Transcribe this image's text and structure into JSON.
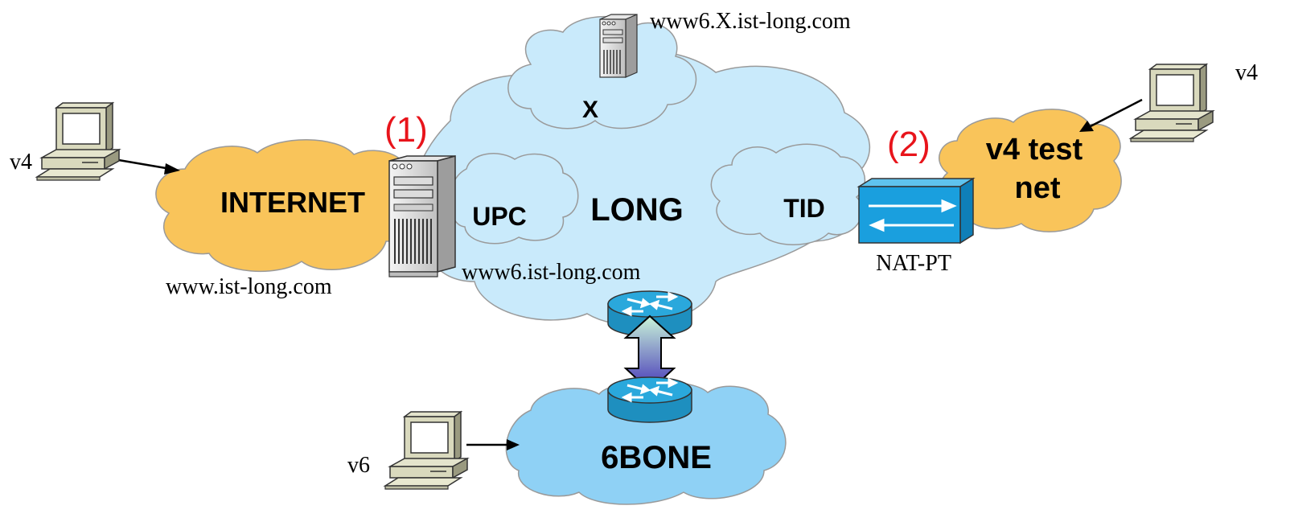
{
  "colors": {
    "internet_cloud": "#f9c45a",
    "long_cloud": "#c9eafb",
    "sixbone_cloud": "#8fd1f5",
    "natpt_box": "#1a9fde",
    "router": "#22a6da",
    "annotation_red": "#e8141b",
    "arrow_gradient_top": "#c9f5d9",
    "arrow_gradient_bottom": "#4433b8"
  },
  "clouds": {
    "internet": "INTERNET",
    "long": "LONG",
    "upc": "UPC",
    "x": "X",
    "tid": "TID",
    "v4_test_net_line1": "v4 test",
    "v4_test_net_line2": "net",
    "sixbone": "6BONE"
  },
  "hosts": {
    "left_v4": "v4",
    "right_v4": "v4",
    "bottom_v6": "v6"
  },
  "servers": {
    "main_url": "www6.ist-long.com",
    "v4_url": "www.ist-long.com",
    "x_url": "www6.X.ist-long.com"
  },
  "devices": {
    "natpt": "NAT-PT"
  },
  "annotations": {
    "one": "(1)",
    "two": "(2)"
  },
  "icons": [
    "computer-icon",
    "server-icon",
    "router-icon",
    "nat-pt-switch-icon",
    "bidirectional-arrow-icon"
  ]
}
